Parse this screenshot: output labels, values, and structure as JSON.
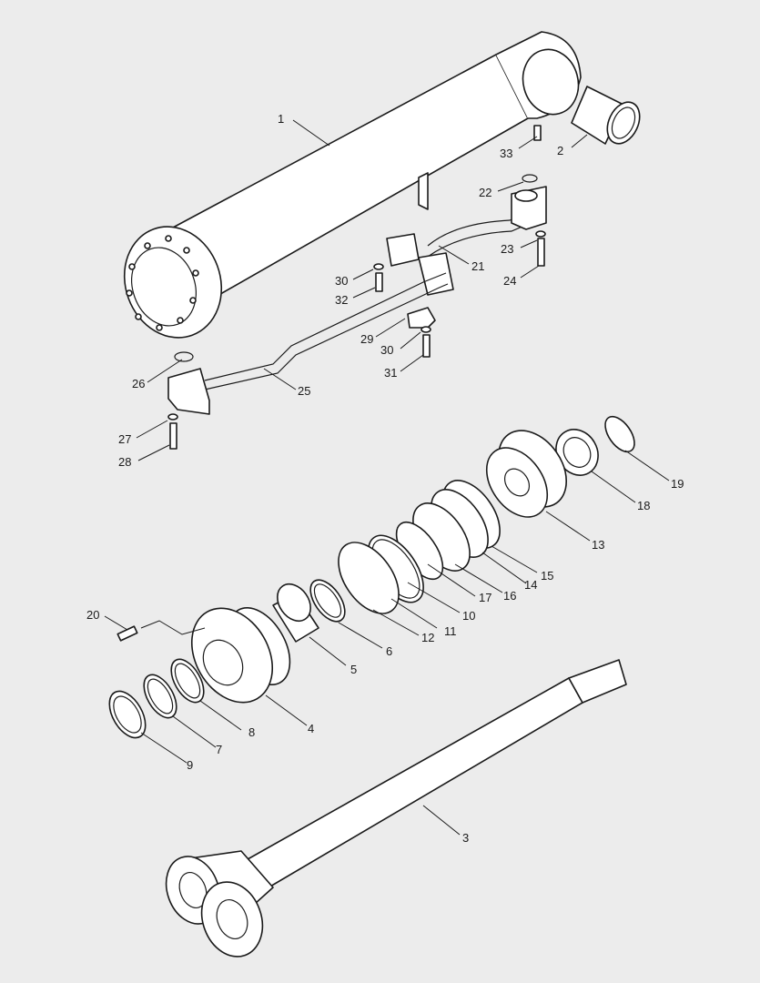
{
  "diagram": {
    "background": "#ececec",
    "line_color": "#1a1a1a",
    "part_fill": "#ffffff",
    "callouts": [
      "1",
      "2",
      "3",
      "4",
      "5",
      "6",
      "7",
      "8",
      "9",
      "10",
      "11",
      "12",
      "13",
      "14",
      "15",
      "16",
      "17",
      "18",
      "19",
      "20",
      "21",
      "22",
      "23",
      "24",
      "25",
      "26",
      "27",
      "28",
      "29",
      "30",
      "30",
      "31",
      "32",
      "33"
    ]
  }
}
